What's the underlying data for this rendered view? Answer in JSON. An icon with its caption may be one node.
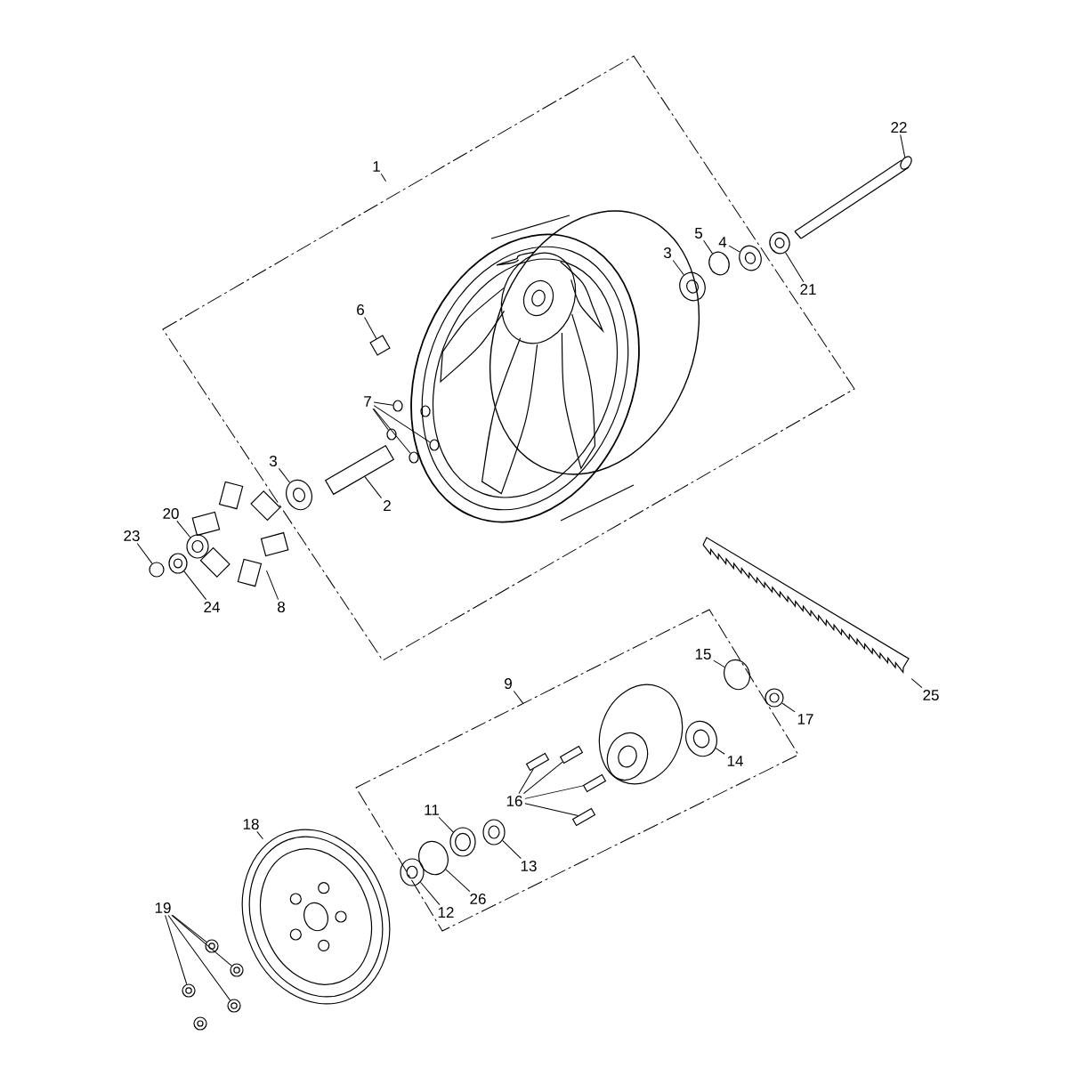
{
  "diagram": {
    "nodes": [
      {
        "text": [
          "22"
        ]
      },
      {
        "text": [
          "1"
        ]
      },
      {
        "text": [
          "4"
        ]
      },
      {
        "text": [
          "5"
        ]
      },
      {
        "text": [
          "3"
        ]
      },
      {
        "text": [
          "21"
        ]
      },
      {
        "text": [
          "6"
        ]
      },
      {
        "text": [
          "7"
        ]
      },
      {
        "text": [
          "3"
        ]
      },
      {
        "text": [
          "2"
        ]
      },
      {
        "text": [
          "20"
        ]
      },
      {
        "text": [
          "23"
        ]
      },
      {
        "text": [
          "24"
        ]
      },
      {
        "text": [
          "8"
        ]
      },
      {
        "text": [
          "15"
        ]
      },
      {
        "text": [
          "9"
        ]
      },
      {
        "text": [
          "25"
        ]
      },
      {
        "text": [
          "17"
        ]
      },
      {
        "text": [
          "14"
        ]
      },
      {
        "text": [
          "16"
        ]
      },
      {
        "text": [
          "11"
        ]
      },
      {
        "text": [
          "18"
        ]
      },
      {
        "text": [
          "13"
        ]
      },
      {
        "text": [
          "26"
        ]
      },
      {
        "text": [
          "12"
        ]
      },
      {
        "text": [
          "19"
        ]
      },
      {
        "text": [],
        "shape": "circle"
      },
      {
        "text": [],
        "shape": "circle"
      },
      {
        "text": [],
        "shape": "circle"
      },
      {
        "text": [],
        "shape": "circle"
      },
      {
        "text": [],
        "shape": "circle"
      },
      {
        "text": [],
        "shape": "box"
      },
      {
        "text": [],
        "shape": "circle"
      },
      {
        "text": [],
        "shape": "circle"
      },
      {
        "text": [],
        "shape": "circle"
      },
      {
        "text": [],
        "shape": "circle"
      },
      {
        "text": [],
        "shape": "circle"
      },
      {
        "text": [],
        "shape": "cylinder"
      },
      {
        "text": [],
        "shape": "circle"
      },
      {
        "text": [],
        "shape": "circle"
      },
      {
        "text": [],
        "shape": "circle"
      },
      {
        "text": [],
        "shape": "circle"
      },
      {
        "text": [],
        "shape": "circle"
      },
      {
        "text": [],
        "shape": "circle"
      },
      {
        "text": [],
        "shape": "bar"
      },
      {
        "text": [],
        "shape": "bar"
      },
      {
        "text": [],
        "shape": "bar"
      },
      {
        "text": [],
        "shape": "bar"
      },
      {
        "text": [],
        "shape": "circle"
      },
      {
        "text": [],
        "shape": "circle"
      },
      {
        "text": [],
        "shape": "circle"
      },
      {
        "text": [],
        "shape": "circle"
      },
      {
        "text": [],
        "shape": "circle"
      },
      {
        "text": [],
        "shape": "circle"
      },
      {
        "text": [],
        "shape": "circle"
      },
      {
        "text": [],
        "shape": "circle"
      }
    ],
    "edges": [
      {
        "from": 0,
        "to": 26,
        "arrow": "none"
      },
      {
        "from": 1,
        "to": null,
        "arrow": "none"
      },
      {
        "from": 2,
        "to": 27,
        "arrow": "none"
      },
      {
        "from": 3,
        "to": 28,
        "arrow": "none"
      },
      {
        "from": 4,
        "to": 29,
        "arrow": "none"
      },
      {
        "from": 5,
        "to": 30,
        "arrow": "none"
      },
      {
        "from": 6,
        "to": 31,
        "arrow": "none"
      },
      {
        "from": 7,
        "to": 32,
        "arrow": "none"
      },
      {
        "from": 7,
        "to": 33,
        "arrow": "none"
      },
      {
        "from": 7,
        "to": 34,
        "arrow": "none"
      },
      {
        "from": 7,
        "to": 35,
        "arrow": "none"
      },
      {
        "from": 8,
        "to": 36,
        "arrow": "none"
      },
      {
        "from": 9,
        "to": 37,
        "arrow": "none"
      },
      {
        "from": 10,
        "to": 38,
        "arrow": "none"
      },
      {
        "from": 11,
        "to": 39,
        "arrow": "none"
      },
      {
        "from": 12,
        "to": 40,
        "arrow": "none"
      },
      {
        "from": 13,
        "to": null,
        "arrow": "none"
      },
      {
        "from": 14,
        "to": 41,
        "arrow": "none"
      },
      {
        "from": 15,
        "to": null,
        "arrow": "none"
      },
      {
        "from": 16,
        "to": null,
        "arrow": "none"
      },
      {
        "from": 17,
        "to": 42,
        "arrow": "none"
      },
      {
        "from": 18,
        "to": 43,
        "arrow": "none"
      },
      {
        "from": 19,
        "to": 44,
        "arrow": "none"
      },
      {
        "from": 19,
        "to": 45,
        "arrow": "none"
      },
      {
        "from": 19,
        "to": 46,
        "arrow": "none"
      },
      {
        "from": 19,
        "to": 47,
        "arrow": "none"
      },
      {
        "from": 20,
        "to": 48,
        "arrow": "none"
      },
      {
        "from": 21,
        "to": null,
        "arrow": "none"
      },
      {
        "from": 22,
        "to": 49,
        "arrow": "none"
      },
      {
        "from": 23,
        "to": 50,
        "arrow": "none"
      },
      {
        "from": 24,
        "to": 51,
        "arrow": "none"
      },
      {
        "from": 25,
        "to": 52,
        "arrow": "none"
      },
      {
        "from": 25,
        "to": 53,
        "arrow": "none"
      },
      {
        "from": 25,
        "to": 54,
        "arrow": "none"
      },
      {
        "from": 25,
        "to": 55,
        "arrow": "none"
      }
    ]
  }
}
